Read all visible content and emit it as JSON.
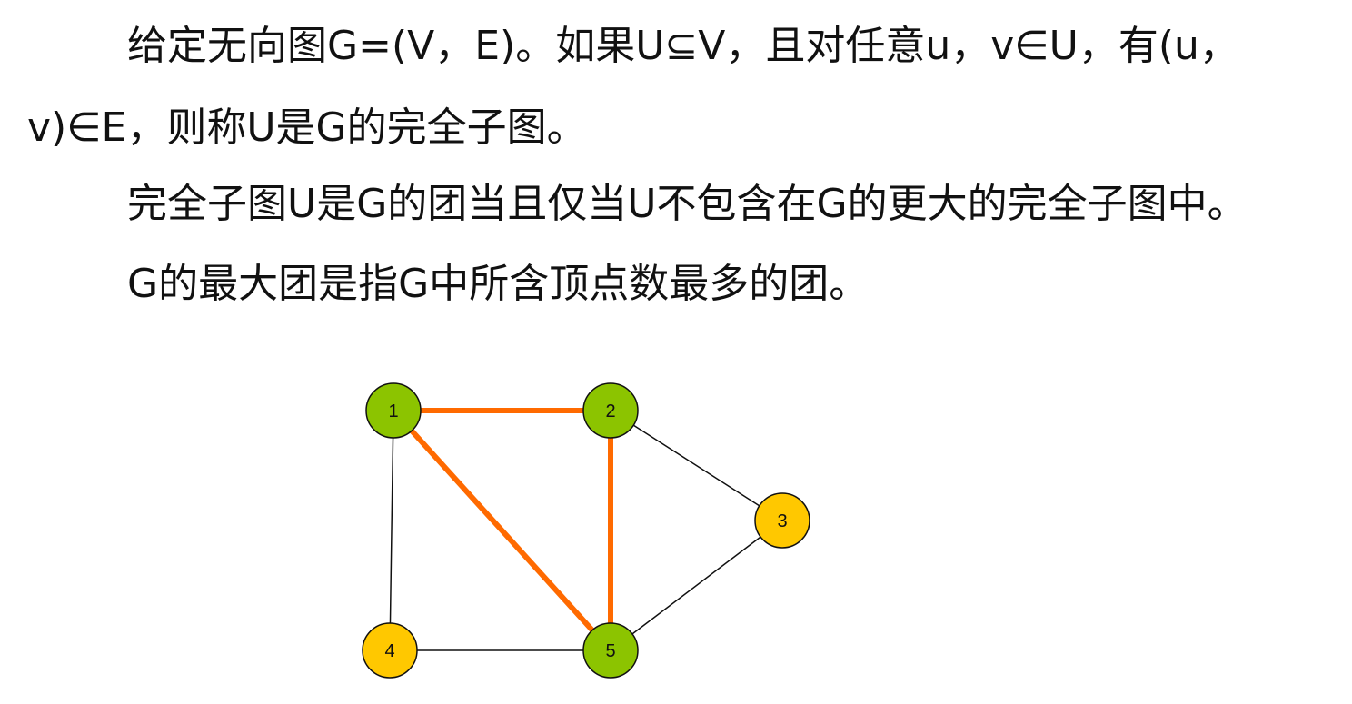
{
  "text": {
    "line1": "给定无向图G=(V，E)。如果U⊆V，且对任意u，v∈U，有(u，",
    "line2": "v)∈E，则称U是G的完全子图。",
    "line3": "完全子图U是G的团当且仅当U不包含在G的更大的完全子图中。",
    "line4": "G的最大团是指G中所含顶点数最多的团。"
  },
  "graph": {
    "nodes": [
      {
        "id": "1",
        "label": "1",
        "color": "#8cc400"
      },
      {
        "id": "2",
        "label": "2",
        "color": "#8cc400"
      },
      {
        "id": "3",
        "label": "3",
        "color": "#ffc800"
      },
      {
        "id": "4",
        "label": "4",
        "color": "#ffc800"
      },
      {
        "id": "5",
        "label": "5",
        "color": "#8cc400"
      }
    ],
    "edges": [
      {
        "from": "1",
        "to": "2",
        "highlight": true
      },
      {
        "from": "1",
        "to": "5",
        "highlight": true
      },
      {
        "from": "2",
        "to": "5",
        "highlight": true
      },
      {
        "from": "1",
        "to": "4",
        "highlight": false
      },
      {
        "from": "2",
        "to": "3",
        "highlight": false
      },
      {
        "from": "3",
        "to": "5",
        "highlight": false
      },
      {
        "from": "4",
        "to": "5",
        "highlight": false
      }
    ],
    "highlight_color": "#ff6a00",
    "edge_color": "#111111"
  }
}
